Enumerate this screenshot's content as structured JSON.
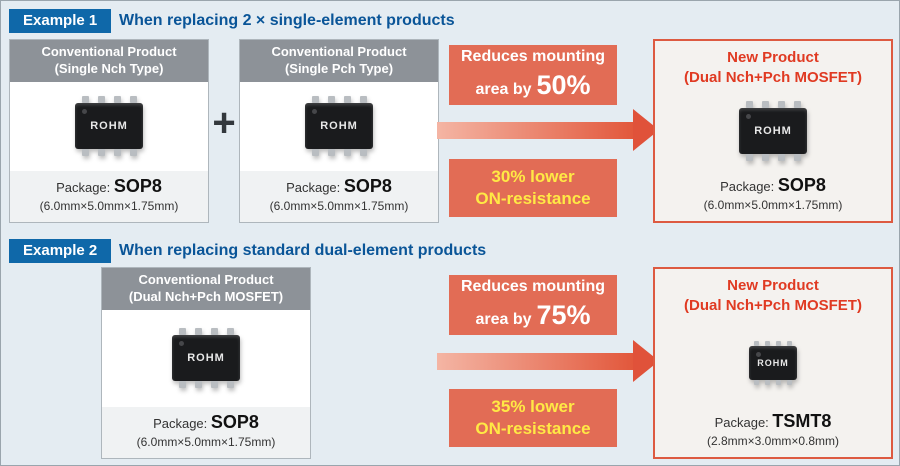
{
  "brand": "ROHM",
  "colors": {
    "badge_blue": "#0f68a9",
    "title_blue": "#0a5598",
    "gray_header": "#8d9298",
    "salmon": "#e26c55",
    "yellow_text": "#ffe945",
    "new_product_red": "#e03a22",
    "background": "#e4ecf2"
  },
  "example1": {
    "badge": "Example 1",
    "title": "When replacing 2 × single-element products",
    "plus": "+",
    "card1": {
      "header1": "Conventional Product",
      "header2": "(Single Nch Type)",
      "package_label": "Package:",
      "package": "SOP8",
      "dims": "(6.0mm×5.0mm×1.75mm)"
    },
    "card2": {
      "header1": "Conventional Product",
      "header2": "(Single Pch Type)",
      "package_label": "Package:",
      "package": "SOP8",
      "dims": "(6.0mm×5.0mm×1.75mm)"
    },
    "benefit_area": {
      "line1": "Reduces mounting",
      "line2": "area by",
      "percent": "50%"
    },
    "benefit_resistance": {
      "line1": "30% lower",
      "line2": "ON-resistance"
    },
    "new_product": {
      "header1": "New Product",
      "header2": "(Dual Nch+Pch MOSFET)",
      "package_label": "Package:",
      "package": "SOP8",
      "dims": "(6.0mm×5.0mm×1.75mm)"
    }
  },
  "example2": {
    "badge": "Example 2",
    "title": "When replacing standard dual-element products",
    "card1": {
      "header1": "Conventional Product",
      "header2": "(Dual Nch+Pch MOSFET)",
      "package_label": "Package:",
      "package": "SOP8",
      "dims": "(6.0mm×5.0mm×1.75mm)"
    },
    "benefit_area": {
      "line1": "Reduces mounting",
      "line2": "area by",
      "percent": "75%"
    },
    "benefit_resistance": {
      "line1": "35% lower",
      "line2": "ON-resistance"
    },
    "new_product": {
      "header1": "New Product",
      "header2": "(Dual Nch+Pch MOSFET)",
      "package_label": "Package:",
      "package": "TSMT8",
      "dims": "(2.8mm×3.0mm×0.8mm)"
    }
  }
}
